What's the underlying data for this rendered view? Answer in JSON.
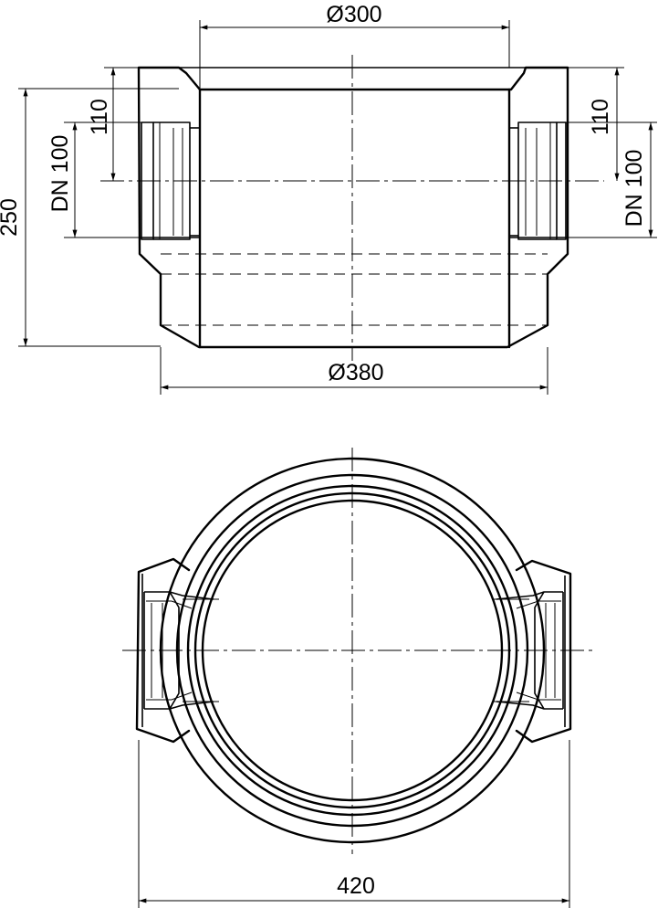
{
  "dimensions": {
    "top_diameter": "Ø300",
    "bottom_diameter": "Ø380",
    "height": "250",
    "left_offset": "110",
    "left_pipe": "DN 100",
    "right_offset": "110",
    "right_pipe": "DN 100",
    "plan_width": "420"
  }
}
